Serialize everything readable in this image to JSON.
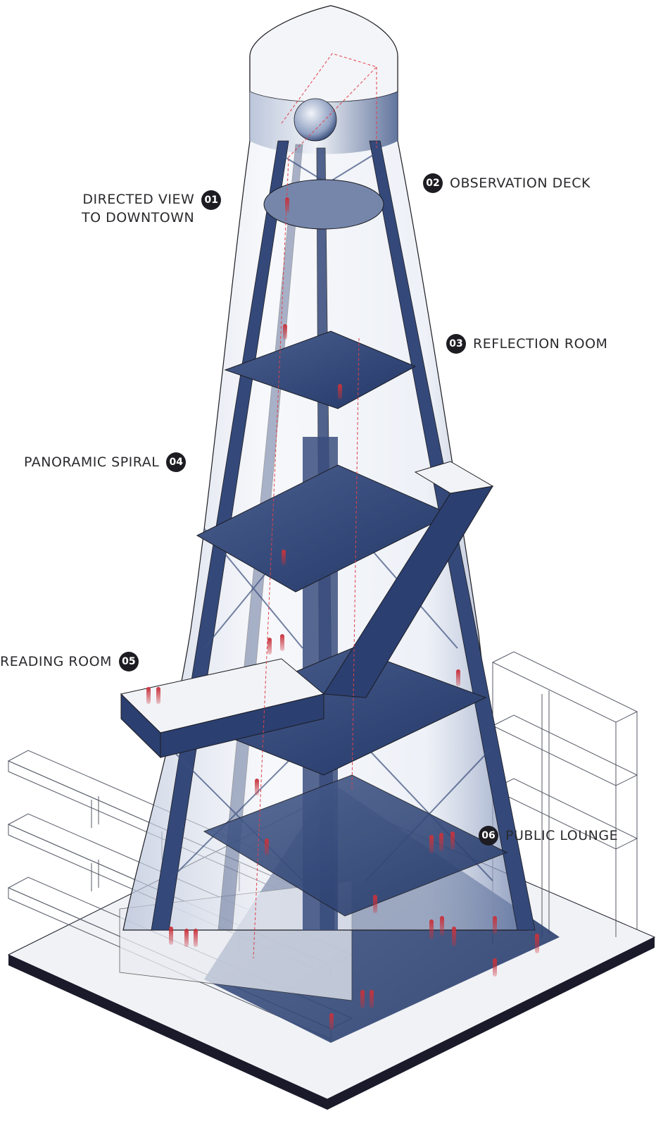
{
  "diagram": {
    "type": "axonometric architectural cutaway",
    "subject": "Tower",
    "colors": {
      "structure_navy": "#2c4070",
      "glass_tint": "#c9d2e3",
      "people_red": "#c8323c",
      "sightline_red": "#e0404a",
      "ink": "#1c1c22",
      "base_slab": "#1a1a2a"
    }
  },
  "callouts": [
    {
      "number": "01",
      "text": "DIRECTED VIEW\nTO DOWNTOWN",
      "side": "left"
    },
    {
      "number": "02",
      "text": "OBSERVATION DECK",
      "side": "right"
    },
    {
      "number": "03",
      "text": "REFLECTION ROOM",
      "side": "right"
    },
    {
      "number": "04",
      "text": "PANORAMIC SPIRAL",
      "side": "left"
    },
    {
      "number": "05",
      "text": "READING ROOM",
      "side": "left"
    },
    {
      "number": "06",
      "text": "PUBLIC LOUNGE",
      "side": "right"
    }
  ]
}
